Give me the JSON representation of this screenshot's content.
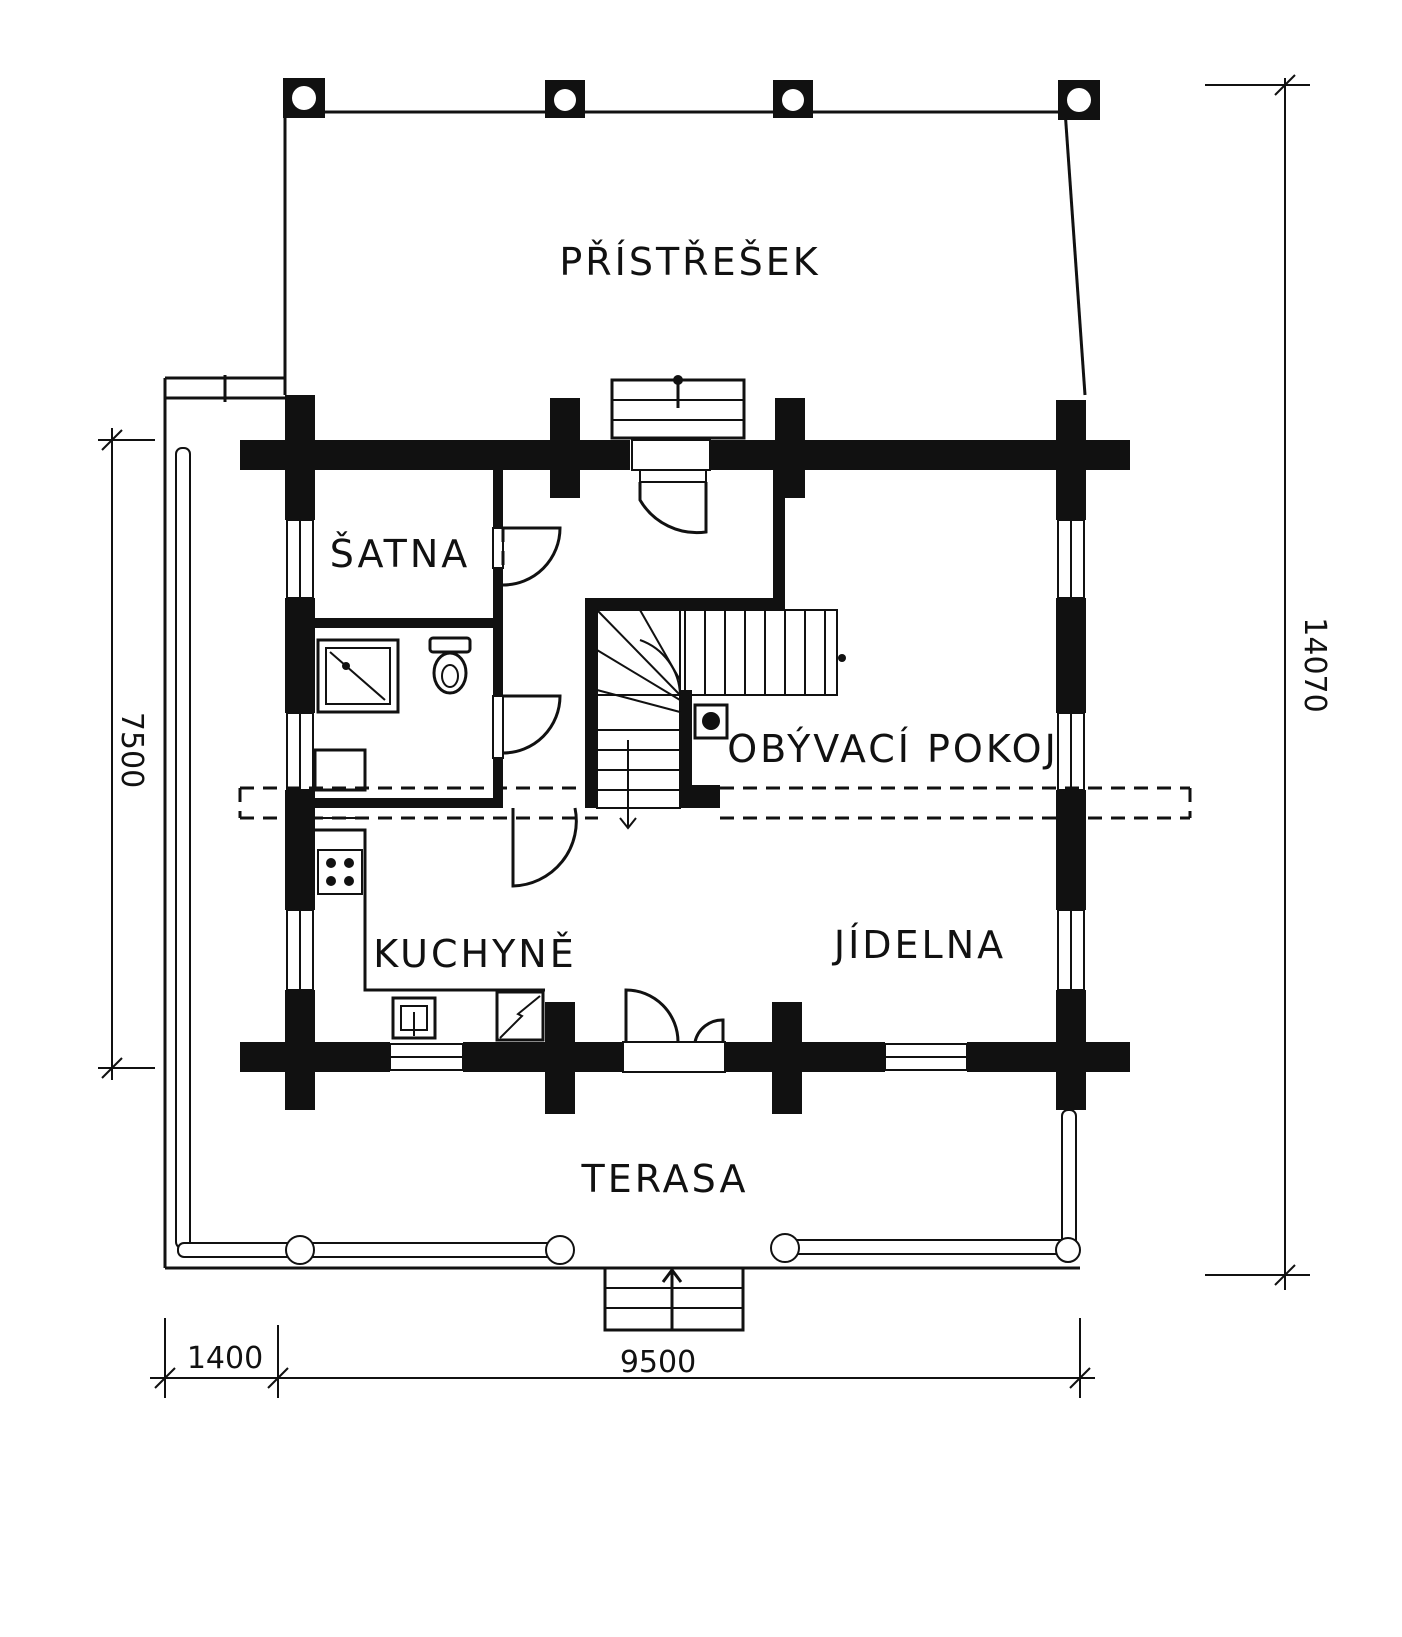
{
  "rooms": {
    "carport": "PŘÍSTŘEŠEK",
    "wardrobe": "ŠATNA",
    "living_room": "OBÝVACÍ POKOJ",
    "kitchen": "KUCHYNĚ",
    "dining": "JÍDELNA",
    "terrace": "TERASA"
  },
  "dimensions": {
    "total_height": "14070",
    "house_depth": "7500",
    "terrace_overhang": "1400",
    "house_width": "9500"
  },
  "colors": {
    "ink": "#111111",
    "paper": "#ffffff"
  }
}
